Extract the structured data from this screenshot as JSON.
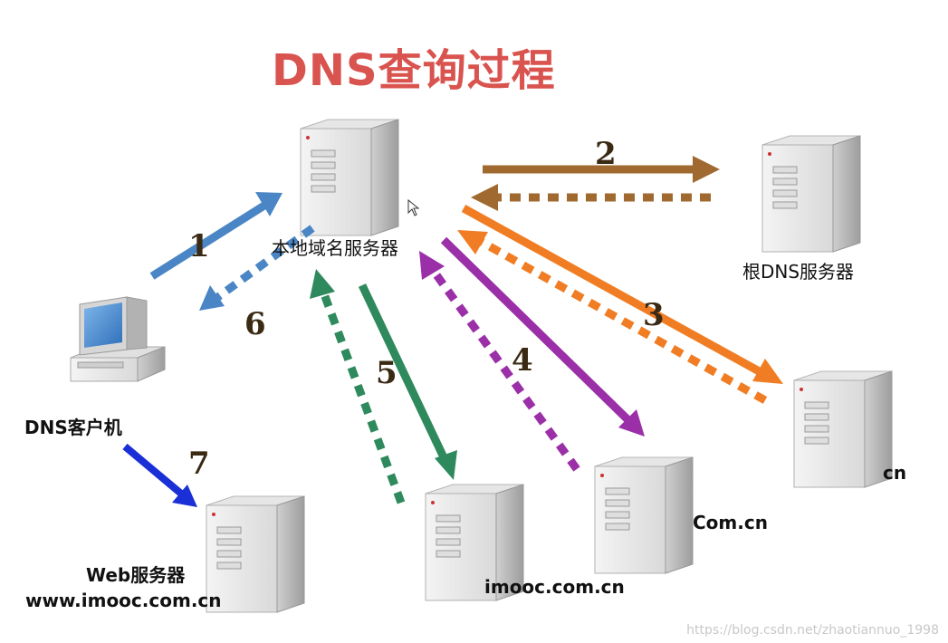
{
  "title": "DNS查询过程",
  "nodes": {
    "local_dns": "本地域名服务器",
    "root_dns": "根DNS服务器",
    "client": "DNS客户机",
    "cn": "cn",
    "com_cn": "Com.cn",
    "imooc": "imooc.com.cn",
    "web_line1": "Web服务器",
    "web_line2": "www.imooc.com.cn"
  },
  "steps": [
    "1",
    "2",
    "3",
    "4",
    "5",
    "6",
    "7"
  ],
  "colors": {
    "title": "#d9534f",
    "step1": "#4a86c5",
    "step2": "#a0692f",
    "step3": "#f07d24",
    "step4": "#9b2fa8",
    "step5": "#2e8a5c",
    "step7": "#1a2fd6"
  },
  "watermark": "https://blog.csdn.net/zhaotiannuo_1998"
}
